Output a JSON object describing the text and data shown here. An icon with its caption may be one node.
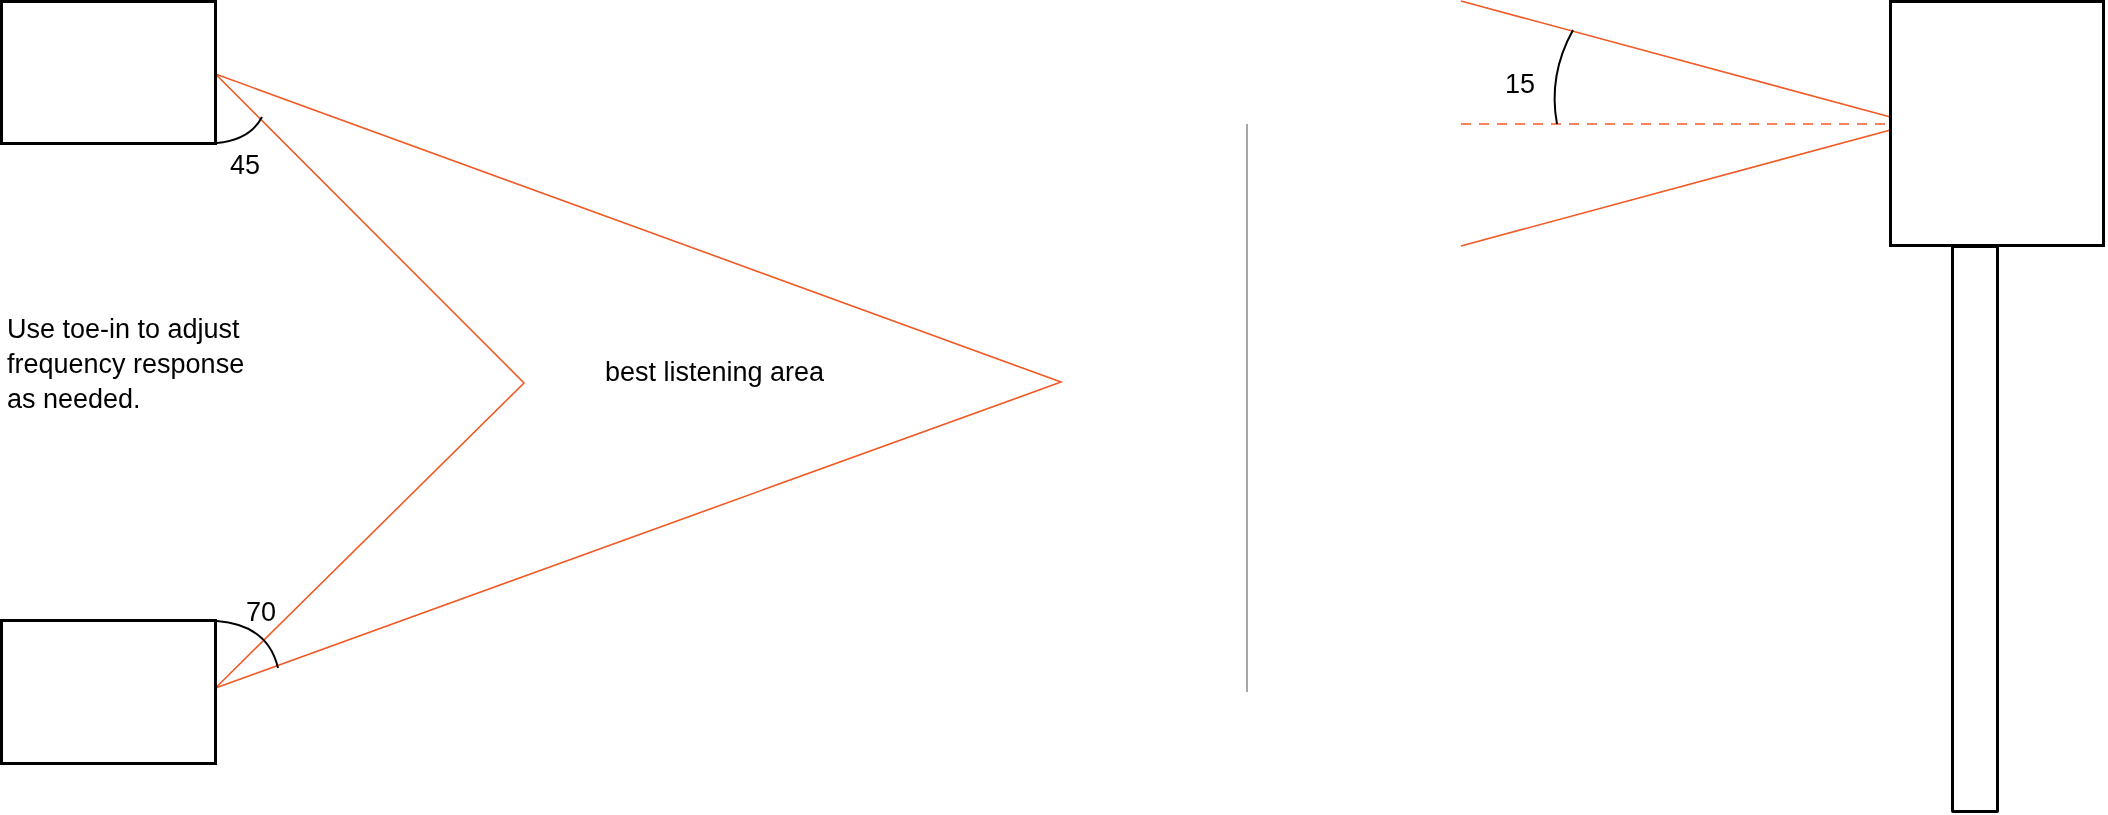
{
  "diagram": {
    "nodes": [
      {
        "text": [],
        "shape": "box"
      },
      {
        "text": [],
        "shape": "box"
      },
      {
        "text": [],
        "shape": "box"
      },
      {
        "text": [],
        "shape": "bar"
      }
    ],
    "edges": [
      {
        "from": 0,
        "to": 1,
        "arrow": "none"
      },
      {
        "from": 0,
        "to": 1,
        "arrow": "none"
      },
      {
        "from": null,
        "to": 2,
        "arrow": "none"
      },
      {
        "from": null,
        "to": 2,
        "arrow": "none",
        "style": "dashed"
      },
      {
        "from": null,
        "to": 2,
        "arrow": "none"
      }
    ],
    "labels": [
      "15",
      "45",
      "Use toe-in to adjust frequency response as needed.",
      "best listening area",
      "70"
    ]
  }
}
